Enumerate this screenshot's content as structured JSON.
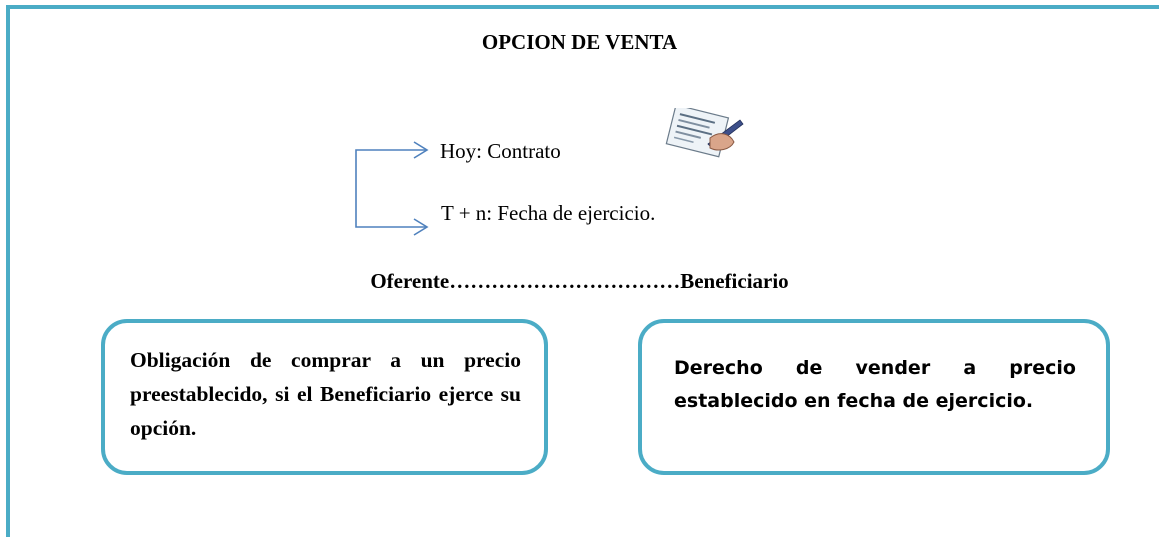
{
  "title": "OPCION DE VENTA",
  "timeline": {
    "today": "Hoy: Contrato",
    "exercise": "T + n: Fecha de ejercicio."
  },
  "parties": "Oferente……………………………Beneficiario",
  "boxes": {
    "left": "Obligación de comprar a un precio preestablecido, si el Beneficiario ejerce su opción.",
    "right": "Derecho de vender a precio establecido en fecha de ejercicio."
  },
  "colors": {
    "frame": "#4bacc6",
    "arrow": "#4f81bd",
    "box_border": "#4bacc6"
  },
  "icons": {
    "contract": "signing-document-icon"
  }
}
